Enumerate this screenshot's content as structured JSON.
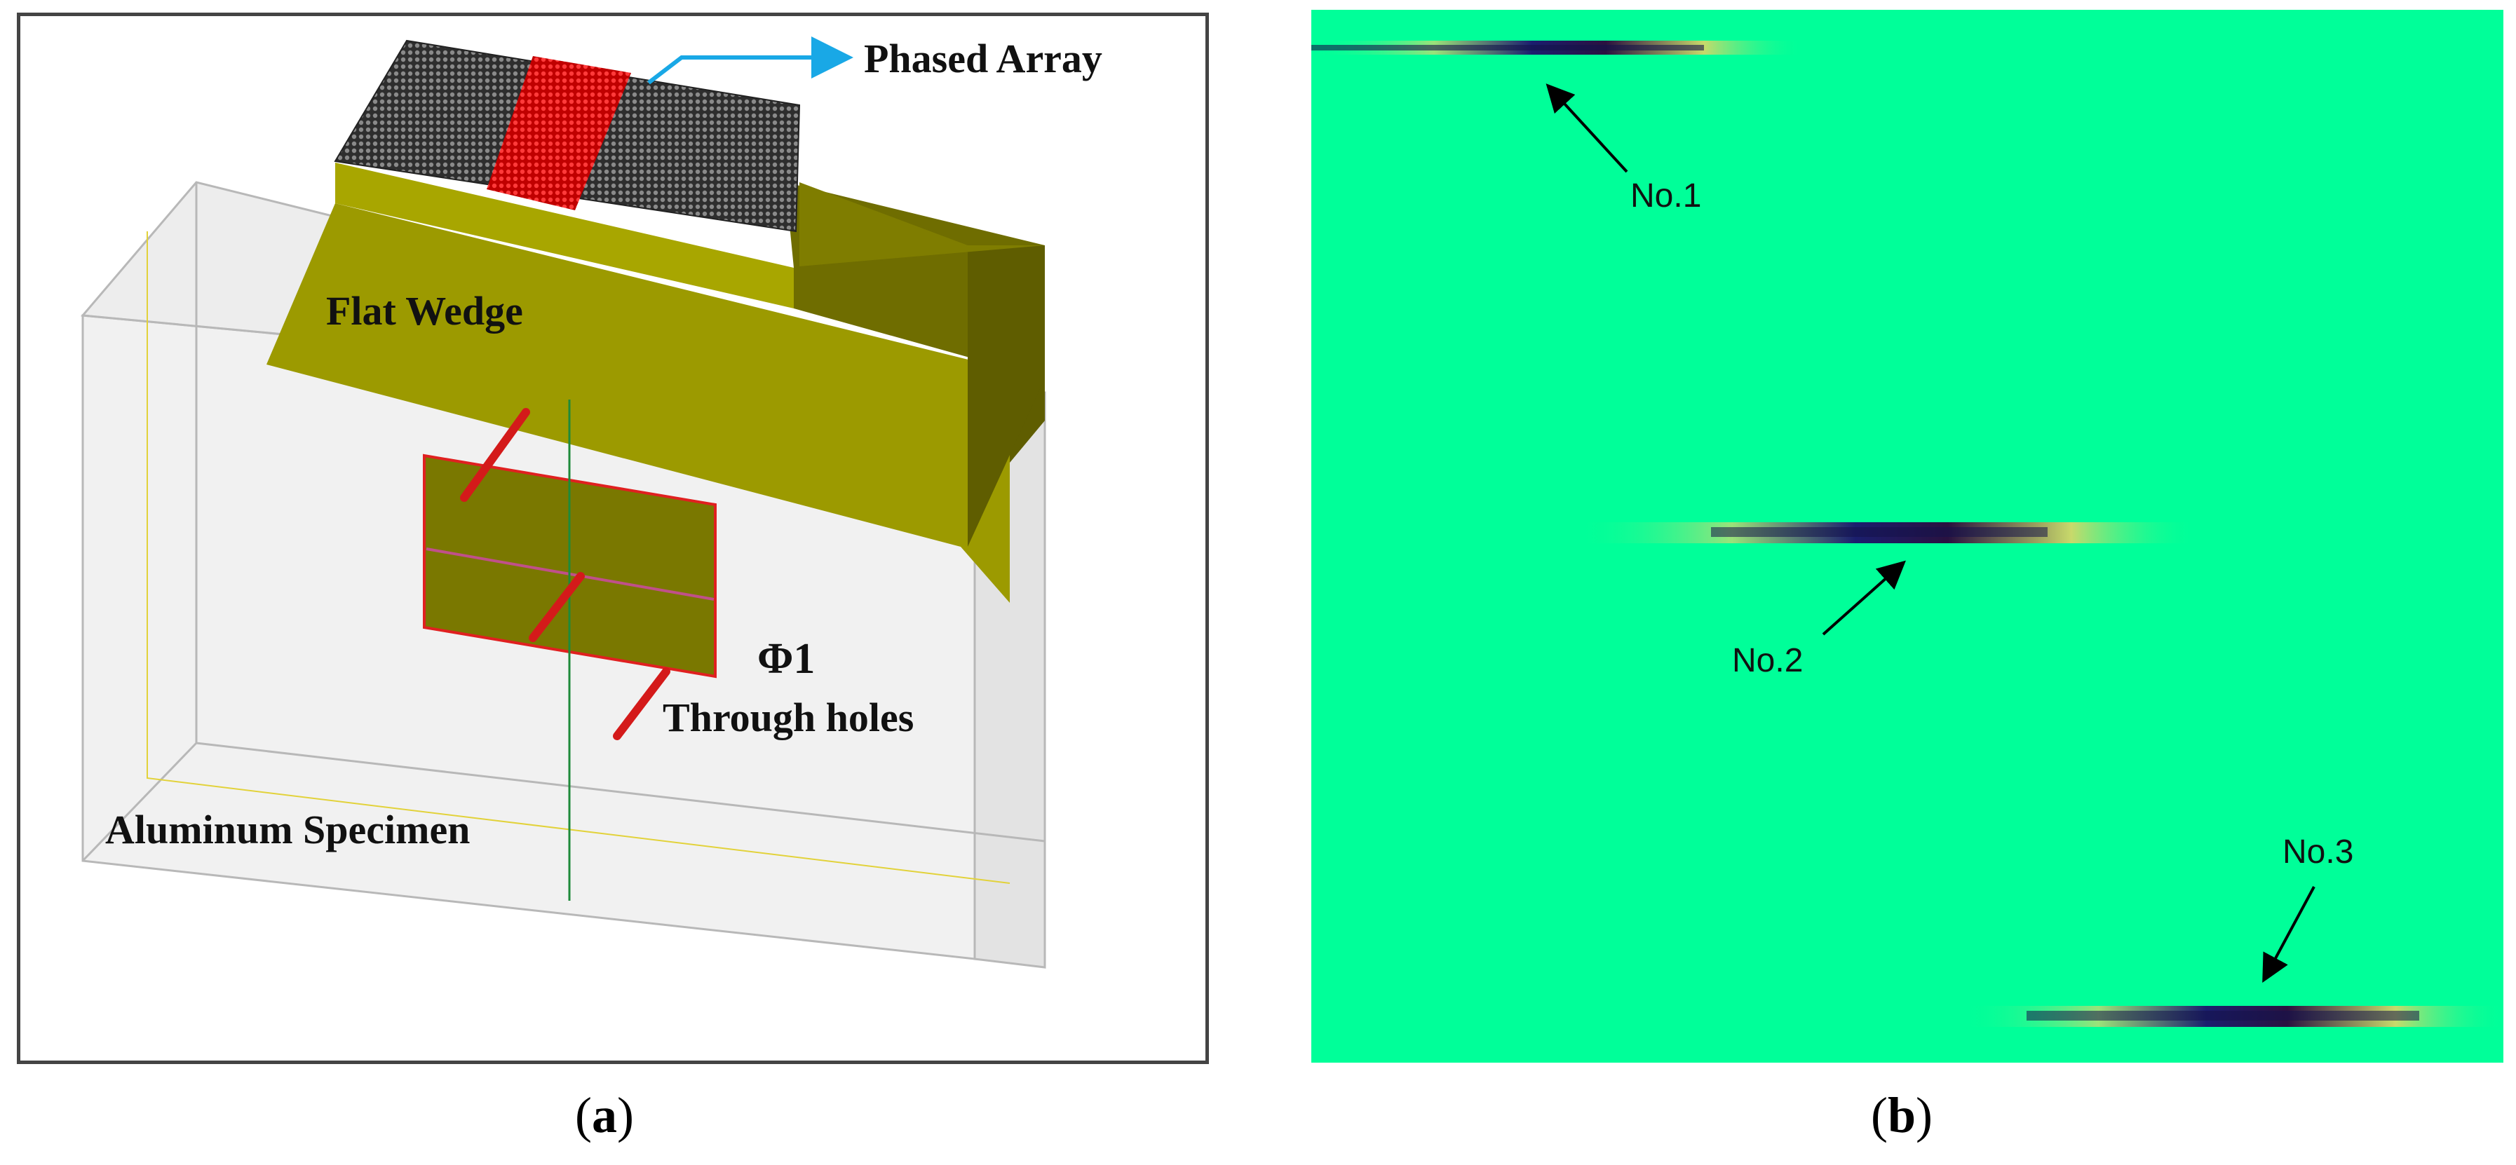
{
  "panel_a": {
    "labels": {
      "phased_array": "Phased Array",
      "flat_wedge": "Flat Wedge",
      "hole_diameter": "Φ1",
      "through_holes": "Through holes",
      "specimen": "Aluminum Specimen"
    },
    "colors": {
      "wedge": "#9c9a00",
      "wedge_dark": "#6f6d00",
      "array_elements": "#333333",
      "active_elements": "#e01010",
      "leader_line": "#19a8e6",
      "specimen_edge": "#b8b8b8",
      "hole_marker": "#d41a1a"
    }
  },
  "panel_b": {
    "background": "#00ff99",
    "echo_labels": [
      "No.1",
      "No.2",
      "No.3"
    ]
  },
  "captions": {
    "a": "a",
    "b": "b"
  }
}
